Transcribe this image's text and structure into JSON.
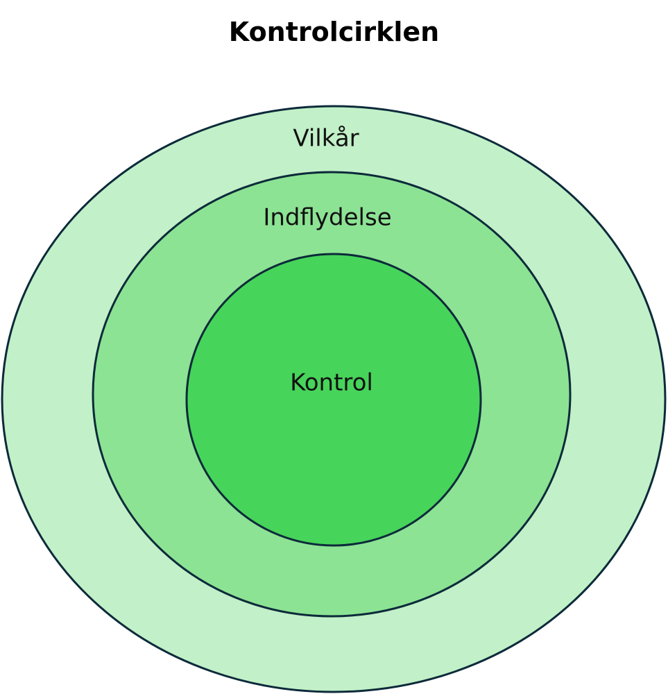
{
  "title": "Kontrolcirklen",
  "colors": {
    "outer_ring": "#c2f0c8",
    "middle_ring": "#8ce394",
    "inner_circle": "#47d45a",
    "stroke": "#0c2a3a"
  },
  "rings": [
    {
      "id": "outer",
      "label": "Vilkår"
    },
    {
      "id": "middle",
      "label": "Indflydelse"
    },
    {
      "id": "inner",
      "label": "Kontrol"
    }
  ]
}
